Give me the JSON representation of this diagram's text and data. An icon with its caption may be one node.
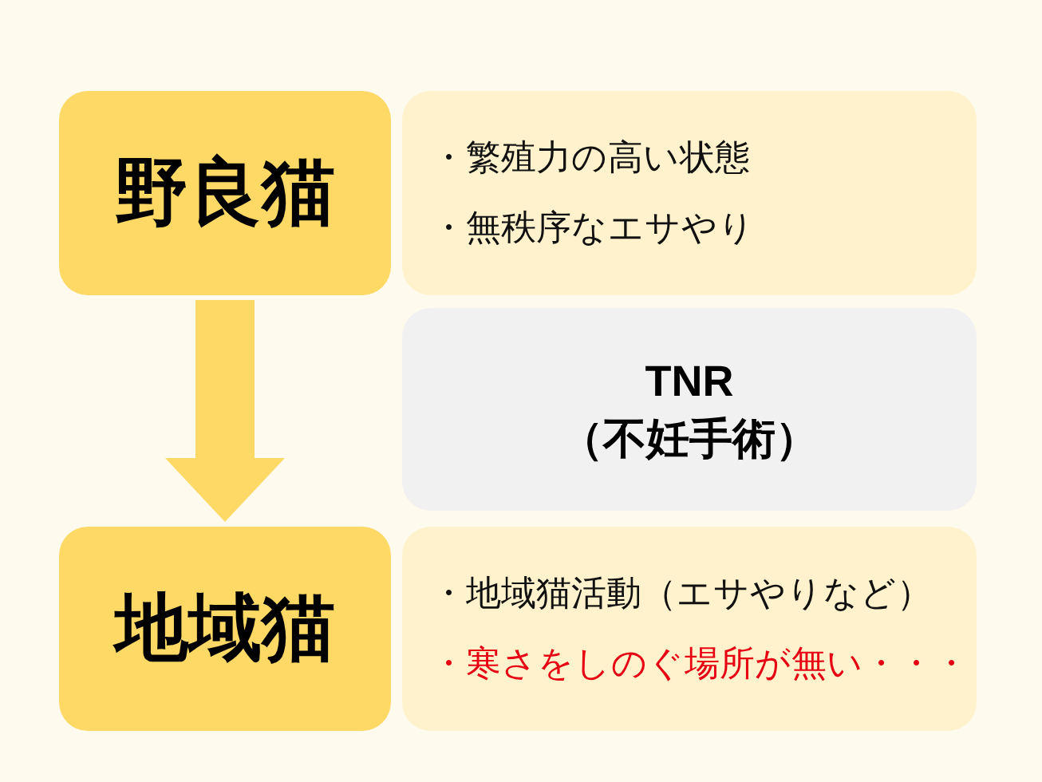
{
  "diagram": {
    "nodes": [
      {
        "text": [
          "野良猫"
        ]
      },
      {
        "text": [
          "・繁殖力の高い状態",
          "・無秩序なエサやり"
        ]
      },
      {
        "text": [
          "TNR （不妊手術）"
        ]
      },
      {
        "text": [
          "地域猫"
        ]
      },
      {
        "text": [
          "・地域猫活動（エサやりなど）",
          "・寒さをしのぐ場所が無い・・・"
        ]
      }
    ],
    "edges": [
      {
        "from": 0,
        "to": 3,
        "arrow": "to"
      }
    ]
  }
}
